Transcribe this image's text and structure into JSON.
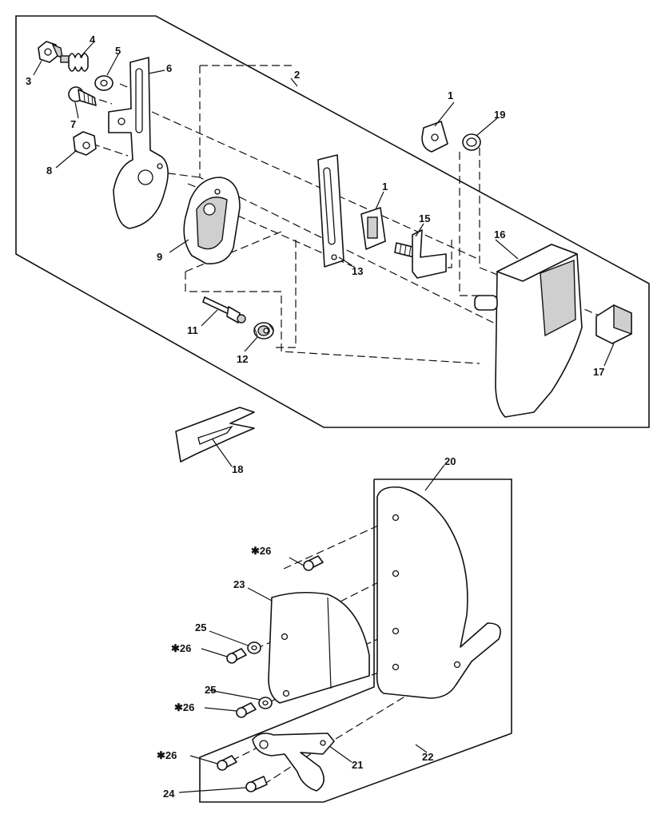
{
  "labels": {
    "p1a": "1",
    "p1b": "1",
    "p2": "2",
    "p3": "3",
    "p4": "4",
    "p5": "5",
    "p6": "6",
    "p7": "7",
    "p8": "8",
    "p9": "9",
    "p11": "11",
    "p12": "12",
    "p13": "13",
    "p15": "15",
    "p16": "16",
    "p17": "17",
    "p18": "18",
    "p19": "19",
    "p20": "20",
    "p21": "21",
    "p22": "22",
    "p23": "23",
    "p24": "24",
    "p25a": "25",
    "p25b": "25",
    "p26a": "✱26",
    "p26b": "✱26",
    "p26c": "✱26",
    "p26d": "✱26"
  }
}
